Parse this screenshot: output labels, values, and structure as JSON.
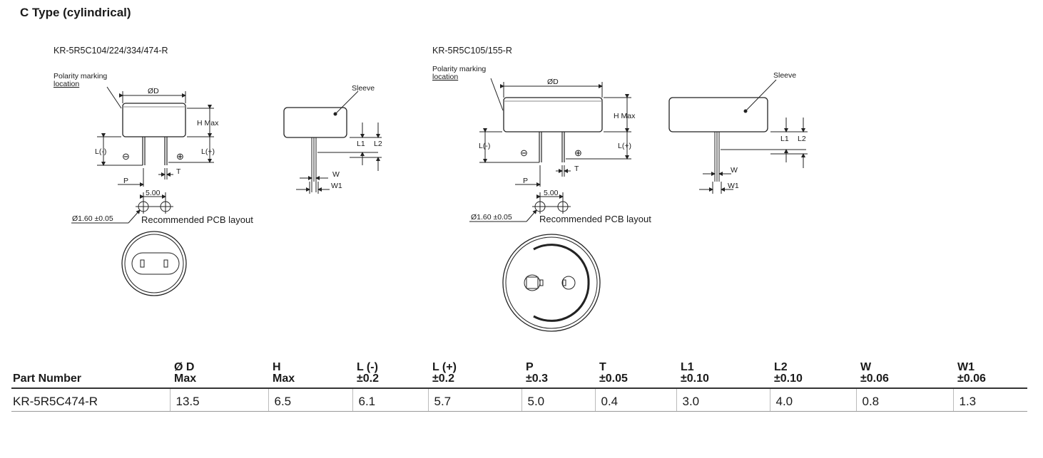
{
  "title": "C Type (cylindrical)",
  "left_drawing": {
    "model": "KR-5R5C104/224/334/474-R",
    "polarity_line1": "Polarity marking",
    "polarity_line2": "location",
    "dim_d": "ØD",
    "dim_h": "H Max",
    "dim_lneg": "L(-)",
    "dim_lpos": "L(+)",
    "neg_symbol": "⊖",
    "pos_symbol": "⊕",
    "dim_p": "P",
    "dim_t": "T",
    "pitch": "5.00",
    "hole": "Ø1.60 ±0.05",
    "pcb": "Recommended PCB layout",
    "sleeve": "Sleeve",
    "dim_l1": "L1",
    "dim_l2": "L2",
    "dim_w": "W",
    "dim_w1": "W1"
  },
  "right_drawing": {
    "model": "KR-5R5C105/155-R",
    "polarity_line1": "Polarity marking",
    "polarity_line2": "location",
    "dim_d": "ØD",
    "dim_h": "H Max",
    "dim_lneg": "L(-)",
    "dim_lpos": "L(+)",
    "neg_symbol": "⊖",
    "pos_symbol": "⊕",
    "dim_p": "P",
    "dim_t": "T",
    "pitch": "5.00",
    "hole": "Ø1.60 ±0.05",
    "pcb": "Recommended PCB layout",
    "sleeve": "Sleeve",
    "dim_l1": "L1",
    "dim_l2": "L2",
    "dim_w": "W",
    "dim_w1": "W1"
  },
  "table": {
    "headers": [
      {
        "l1": "Part Number",
        "l2": ""
      },
      {
        "l1": "Ø D",
        "l2": "Max"
      },
      {
        "l1": "H",
        "l2": "Max"
      },
      {
        "l1": "L (-)",
        "l2": "±0.2"
      },
      {
        "l1": "L (+)",
        "l2": "±0.2"
      },
      {
        "l1": "P",
        "l2": "±0.3"
      },
      {
        "l1": "T",
        "l2": "±0.05"
      },
      {
        "l1": "L1",
        "l2": "±0.10"
      },
      {
        "l1": "L2",
        "l2": "±0.10"
      },
      {
        "l1": "W",
        "l2": "±0.06"
      },
      {
        "l1": "W1",
        "l2": "±0.06"
      }
    ],
    "rows": [
      [
        "KR-5R5C474-R",
        "13.5",
        "6.5",
        "6.1",
        "5.7",
        "5.0",
        "0.4",
        "3.0",
        "4.0",
        "0.8",
        "1.3"
      ]
    ]
  }
}
